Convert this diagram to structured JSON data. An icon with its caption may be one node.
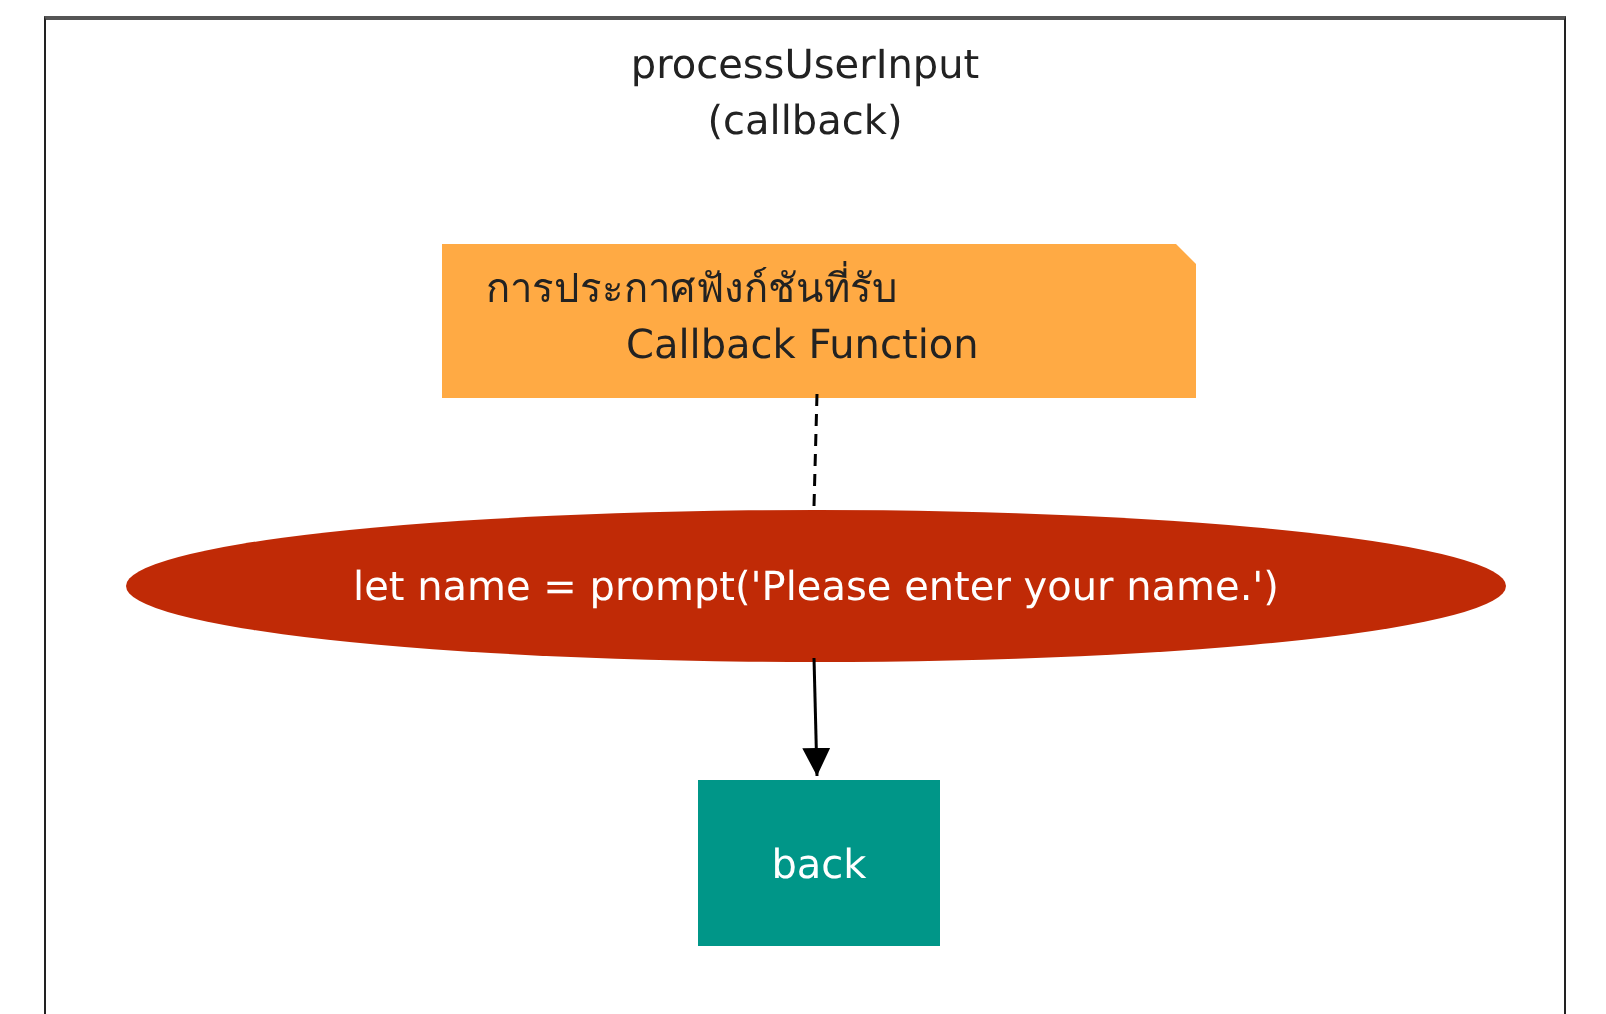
{
  "diagram": {
    "nodes": [
      {
        "text": [
          "processUserInput (callback)"
        ]
      },
      {
        "text": [
          "การประกาศฟังก์ชันที่รับ",
          "Callback Function"
        ],
        "in": 0
      },
      {
        "text": [
          "let name = prompt('Please enter your name.')"
        ],
        "in": 0
      },
      {
        "text": [
          "back"
        ],
        "in": 0
      }
    ],
    "edges": [
      {
        "from": 1,
        "to": 2,
        "arrow": "none",
        "style": "dashed"
      },
      {
        "from": 2,
        "to": 3,
        "arrow": "to"
      }
    ]
  }
}
